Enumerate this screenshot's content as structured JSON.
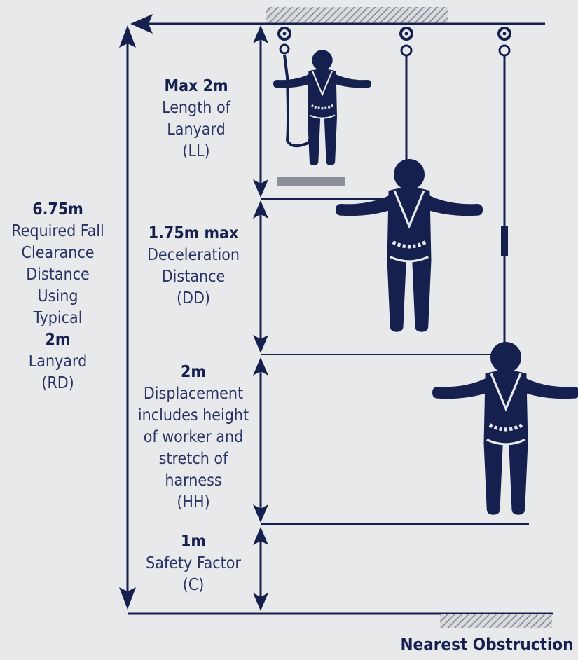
{
  "labels": {
    "total": {
      "value": "6.75m",
      "lines": [
        "Required Fall",
        "Clearance",
        "Distance",
        "Using",
        "Typical"
      ],
      "value2": "2m",
      "lines2": [
        "Lanyard",
        "(RD)"
      ]
    },
    "lanyard": {
      "value": "Max 2m",
      "lines": [
        "Length of",
        "Lanyard",
        "(LL)"
      ]
    },
    "deceleration": {
      "value": "1.75m max",
      "lines": [
        "Deceleration",
        "Distance",
        "(DD)"
      ]
    },
    "displacement": {
      "value": "2m",
      "lines": [
        "Displacement",
        "includes height",
        "of worker and",
        "stretch of",
        "harness",
        "(HH)"
      ]
    },
    "safety": {
      "value": "1m",
      "lines": [
        "Safety Factor",
        "(C)"
      ]
    },
    "obstruction": "Nearest Obstruction"
  },
  "colors": {
    "navy": "#16204f",
    "background": "#e8e9ea",
    "hatch": "#7f8590"
  },
  "icons": [
    "arrow-left-icon",
    "double-arrow-icon",
    "anchor-icon",
    "worker-icon",
    "hatch-icon"
  ]
}
